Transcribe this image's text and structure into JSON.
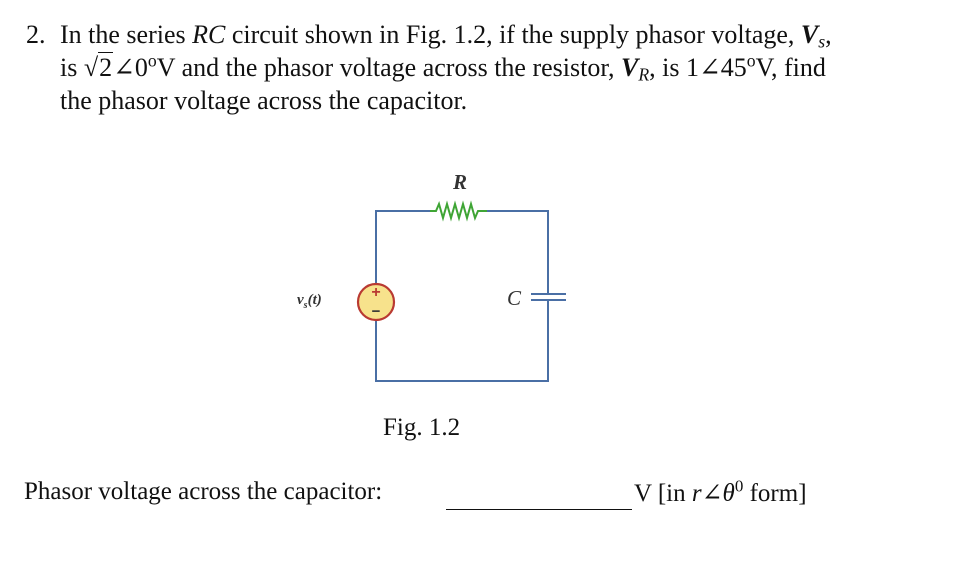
{
  "question": {
    "number": "2.",
    "intro": "In the series ",
    "circuit_type": "RC",
    "mid1": " circuit shown in Fig. 1.2, if the supply phasor voltage, ",
    "vs_symbol": "V",
    "vs_sub": "s",
    "comma1": ",",
    "is1": "is ",
    "sqrt_sign": "√",
    "radicand": "2",
    "vs_angle": "∠0",
    "deg1": "o",
    "unit1": "V",
    "mid2": " and the phasor voltage across the resistor, ",
    "vr_symbol": "V",
    "vr_sub": "R",
    "mid3": ", is 1∠45",
    "deg2": "o",
    "unit2": "V, find",
    "line3": "the phasor voltage across the capacitor."
  },
  "figure": {
    "resistor_label": "R",
    "capacitor_label": "C",
    "source_label": "v",
    "source_sub": "s",
    "source_arg": "(t)",
    "source_plus": "+",
    "source_minus": "−",
    "caption": "Fig. 1.2"
  },
  "answer": {
    "label": "Phasor voltage across the capacitor:",
    "value": "",
    "unit_prefix": "V [in ",
    "unit_form": "r∠θ",
    "unit_deg": "0",
    "unit_suffix": " form]"
  },
  "colors": {
    "wire": "#4a6fa5",
    "source_fill": "#f7e28c",
    "source_stroke": "#b93a32",
    "text": "#111111"
  }
}
